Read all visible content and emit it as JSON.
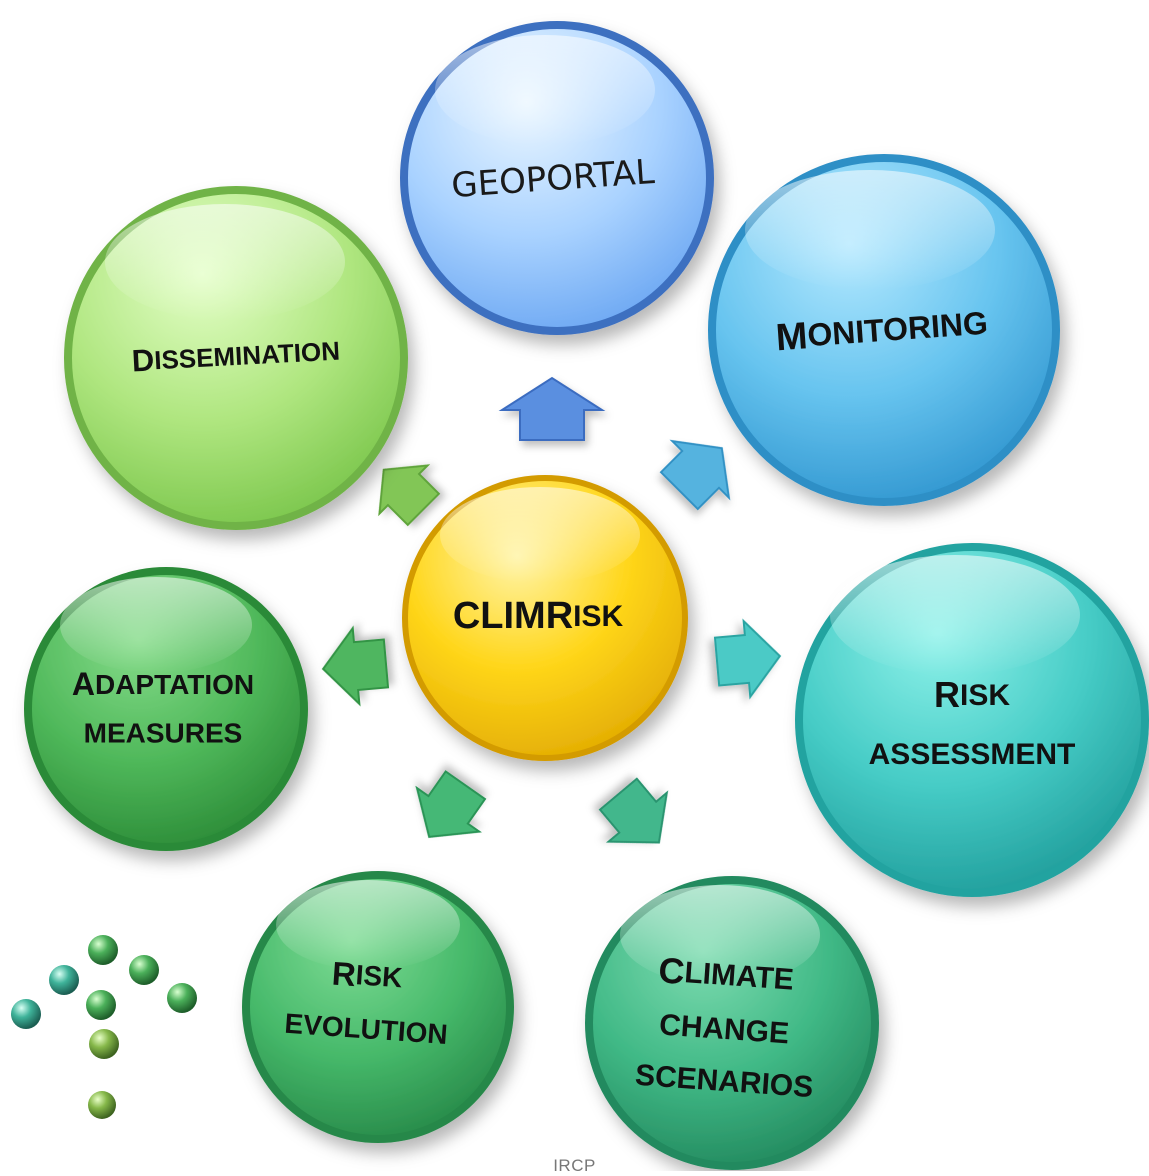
{
  "center": {
    "label_main": "CLIMR",
    "label_small": "ISK"
  },
  "nodes": {
    "geoportal": {
      "line1": "GEOPORTAL"
    },
    "monitoring": {
      "line1_big": "M",
      "line1_small": "ONITORING"
    },
    "risk_assessment": {
      "line1_big": "R",
      "line1_small": "ISK",
      "line2": "ASSESSMENT"
    },
    "climate_change": {
      "line1_big": "C",
      "line1_small": "LIMATE",
      "line2": "CHANGE",
      "line3": "SCENARIOS"
    },
    "risk_evolution": {
      "line1_big": "R",
      "line1_small": "ISK",
      "line2": "EVOLUTION"
    },
    "adaptation": {
      "line1_big": "A",
      "line1_small": "DAPTATION",
      "line2": "MEASURES"
    },
    "dissemination": {
      "line1_big": "D",
      "line1_small": "ISSEMINATION"
    }
  },
  "footer": "IRCP",
  "colors": {
    "center": "#ffd21a",
    "geoportal": "#8fc4ff",
    "monitoring": "#5cbde8",
    "risk_assessment": "#3fc9c3",
    "climate_change": "#3cb886",
    "risk_evolution": "#45b86a",
    "adaptation": "#4cb85a",
    "dissemination": "#a9e57c"
  }
}
